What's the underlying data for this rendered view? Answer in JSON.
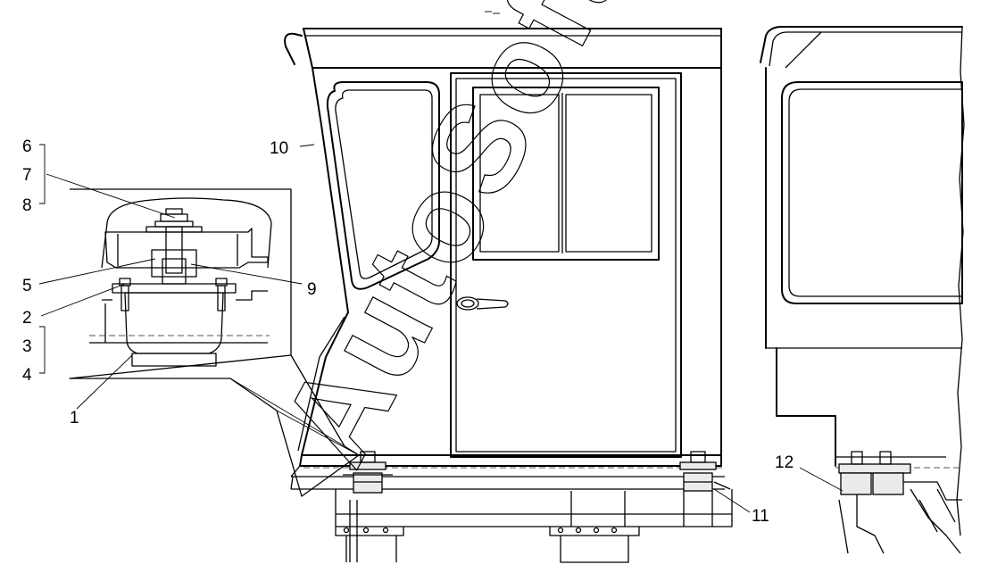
{
  "callouts": {
    "c1": "1",
    "c2": "2",
    "c3": "3",
    "c4": "4",
    "c5": "5",
    "c6": "6",
    "c7": "7",
    "c8": "8",
    "c9": "9",
    "c10": "10",
    "c11": "11",
    "c12": "12"
  },
  "watermark": "AutoSoft",
  "colors": {
    "line": "#000000",
    "background": "#ffffff",
    "detail_fill": "#ebebeb"
  }
}
